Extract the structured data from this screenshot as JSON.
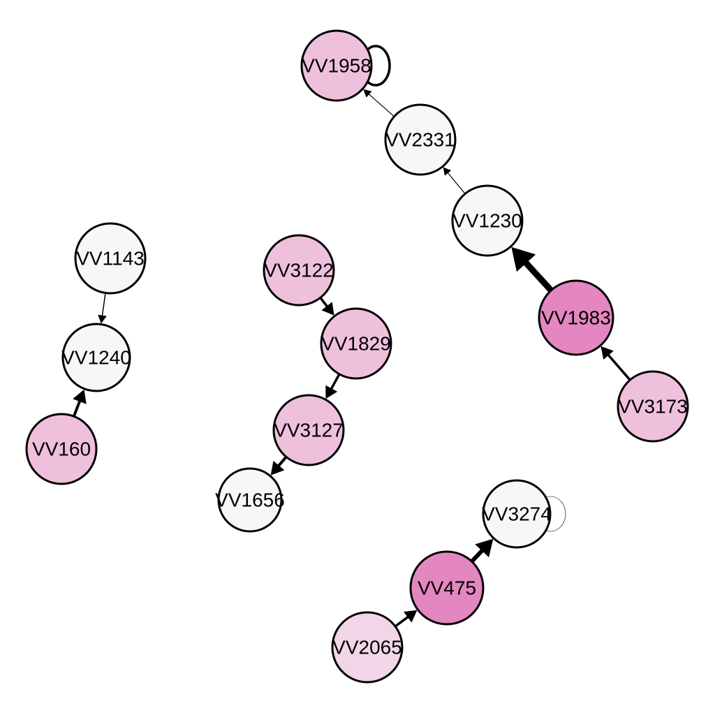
{
  "colors": {
    "white": "#f7f7f7",
    "pink-light": "#f1d6e8",
    "pink": "#efc0dc",
    "pink-strong": "#e486c0",
    "edge": "#000000"
  },
  "nodes": [
    {
      "id": "VV1958",
      "label": "VV1958",
      "fill": "pink"
    },
    {
      "id": "VV2331",
      "label": "VV2331",
      "fill": "white"
    },
    {
      "id": "VV1230",
      "label": "VV1230",
      "fill": "white"
    },
    {
      "id": "VV1983",
      "label": "VV1983",
      "fill": "pink-strong"
    },
    {
      "id": "VV3173",
      "label": "VV3173",
      "fill": "pink"
    },
    {
      "id": "VV1143",
      "label": "VV1143",
      "fill": "white"
    },
    {
      "id": "VV1240",
      "label": "VV1240",
      "fill": "white"
    },
    {
      "id": "VV160",
      "label": "VV160",
      "fill": "pink"
    },
    {
      "id": "VV3122",
      "label": "VV3122",
      "fill": "pink"
    },
    {
      "id": "VV1829",
      "label": "VV1829",
      "fill": "pink"
    },
    {
      "id": "VV3127",
      "label": "VV3127",
      "fill": "pink"
    },
    {
      "id": "VV1656",
      "label": "VV1656",
      "fill": "white"
    },
    {
      "id": "VV3274",
      "label": "VV3274",
      "fill": "white"
    },
    {
      "id": "VV475",
      "label": "VV475",
      "fill": "pink-strong"
    },
    {
      "id": "VV2065",
      "label": "VV2065",
      "fill": "pink-light"
    }
  ],
  "edges": [
    {
      "from": "VV1958",
      "to": "VV1958",
      "weight": 3.5,
      "loop": true
    },
    {
      "from": "VV2331",
      "to": "VV1958",
      "weight": 1.2
    },
    {
      "from": "VV1230",
      "to": "VV2331",
      "weight": 1.2
    },
    {
      "from": "VV1983",
      "to": "VV1230",
      "weight": 9
    },
    {
      "from": "VV3173",
      "to": "VV1983",
      "weight": 3.5
    },
    {
      "from": "VV1143",
      "to": "VV1240",
      "weight": 1.5
    },
    {
      "from": "VV160",
      "to": "VV1240",
      "weight": 4
    },
    {
      "from": "VV3122",
      "to": "VV1829",
      "weight": 3.5
    },
    {
      "from": "VV1829",
      "to": "VV3127",
      "weight": 3.5
    },
    {
      "from": "VV3127",
      "to": "VV1656",
      "weight": 4
    },
    {
      "from": "VV3274",
      "to": "VV3274",
      "weight": 0.6,
      "loop": true
    },
    {
      "from": "VV475",
      "to": "VV3274",
      "weight": 6
    },
    {
      "from": "VV2065",
      "to": "VV475",
      "weight": 3.5
    }
  ]
}
